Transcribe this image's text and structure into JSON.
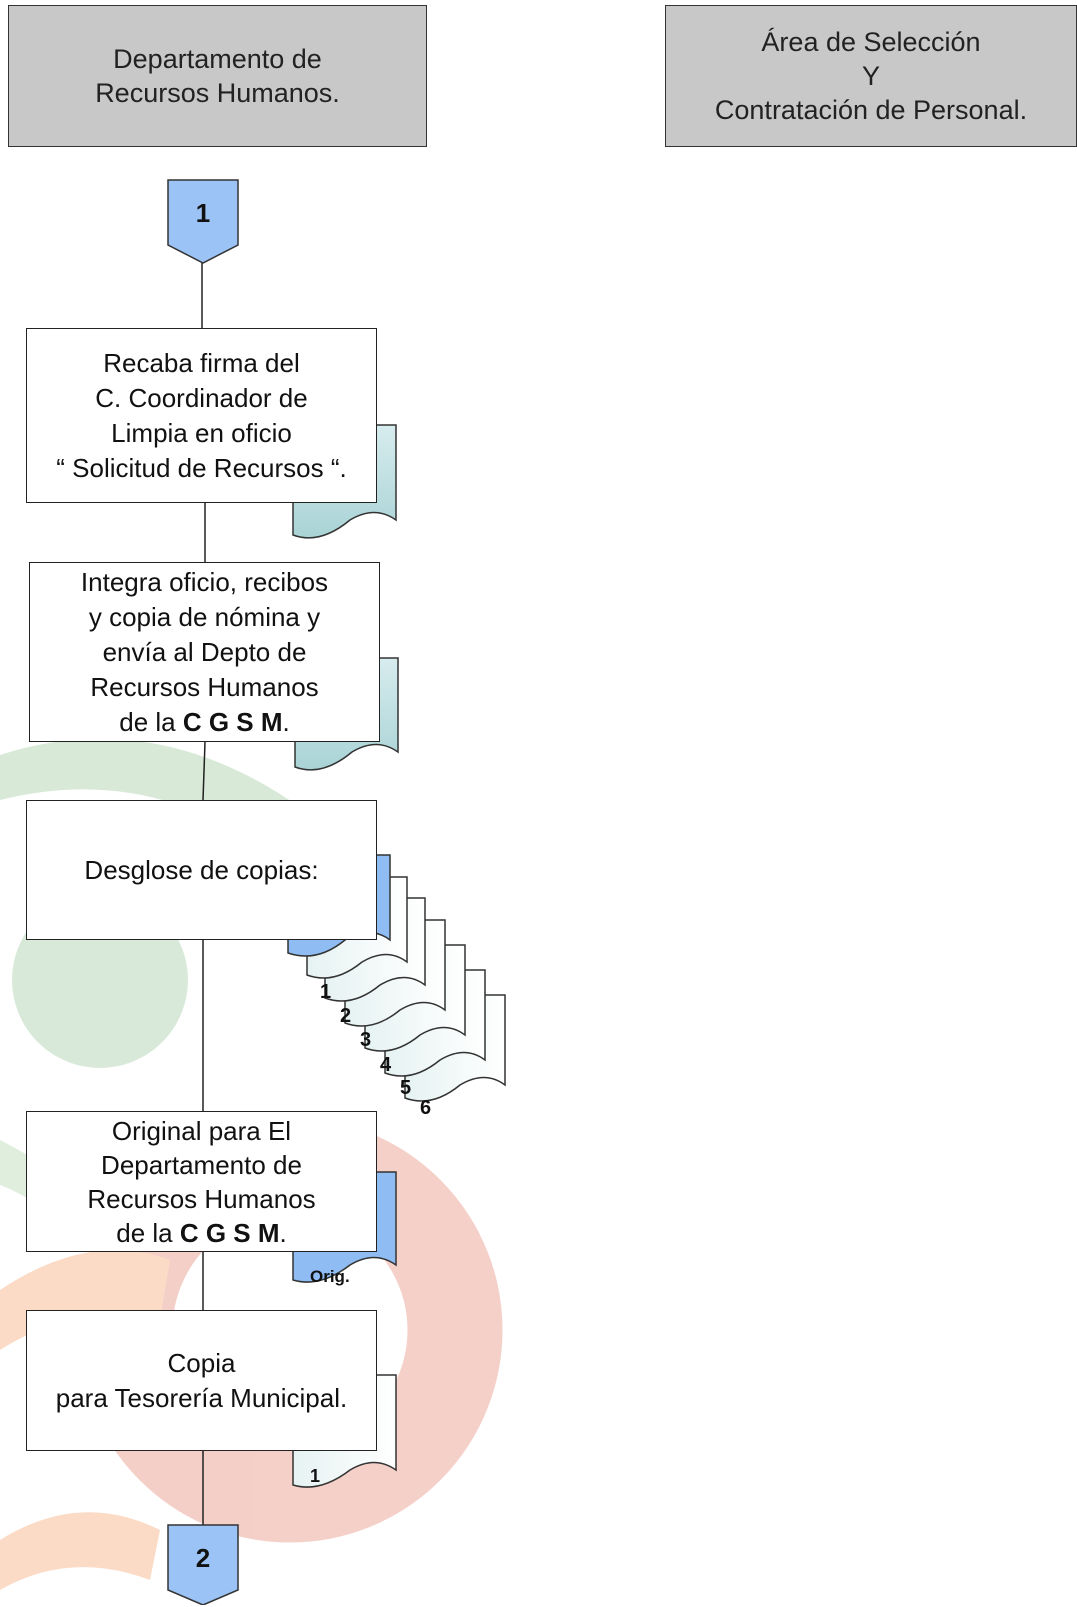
{
  "lanes": {
    "left": {
      "line1": "Departamento de",
      "line2": "Recursos Humanos."
    },
    "right": {
      "line1": "Área de Selección",
      "line2": "Y",
      "line3": "Contratación de Personal."
    }
  },
  "connectors": {
    "top": "1",
    "bottom": "2"
  },
  "steps": {
    "step1": {
      "line1": "Recaba firma del",
      "line2": "C. Coordinador de",
      "line3": "Limpia en oficio",
      "line4": "“ Solicitud de Recursos “."
    },
    "step2": {
      "line1": "Integra oficio, recibos",
      "line2": "y copia de nómina y",
      "line3": "envía al Depto de",
      "line4": "Recursos Humanos",
      "line5_prefix": "de la ",
      "line5_bold": "C G S M",
      "line5_suffix": "."
    },
    "step3": {
      "line1": "Desglose de copias:"
    },
    "step4": {
      "line1": "Original para El",
      "line2": "Departamento de",
      "line3": "Recursos Humanos",
      "line4_prefix": "de la ",
      "line4_bold": "C G S M",
      "line4_suffix": "."
    },
    "step5": {
      "line1": "Copia",
      "line2": "para Tesorería Municipal."
    }
  },
  "documents": {
    "copy_numbers": [
      "1",
      "2",
      "3",
      "4",
      "5",
      "6"
    ],
    "orig_label": "Orig.",
    "tesoreria_copy_label": "1"
  },
  "colors": {
    "header_gray": "#c8c8c8",
    "connector_blue": "#9cc3f5",
    "doc_teal": "#a9d3d6",
    "doc_blue": "#8fbdf3",
    "watermark_green": "#d6e8d6",
    "watermark_orange": "#fbd9c4",
    "watermark_pink": "#f4cdc6"
  }
}
